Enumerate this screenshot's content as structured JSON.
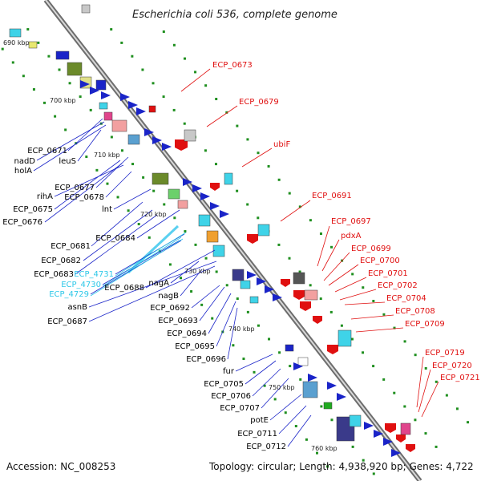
{
  "title": "Escherichia coli 536, complete genome",
  "footer": {
    "accession": "Accession: NC_008253",
    "topology": "Topology: circular; Length: 4,938,920 bp; Genes: 4,722"
  },
  "ticks": [
    "690 kbp",
    "700 kbp",
    "710 kbp",
    "720 kbp",
    "730 kbp",
    "740 kbp",
    "750 kbp",
    "760 kbp"
  ],
  "colors": {
    "forward_label": "#1a24c8",
    "reverse_label": "#e01010",
    "rna_label": "#2ec8e8",
    "backbone": "#7a7a7a",
    "dots": "#1f8f1f"
  },
  "labels_left": [
    "ECP_0671",
    "nadD",
    "holA",
    "leuS",
    "ECP_0677",
    "rihA",
    "ECP_0678",
    "ECP_0675",
    "ECP_0676",
    "lnt",
    "ECP_0684",
    "ECP_0681",
    "ECP_0682",
    "ECP_0683",
    "ECP_4731",
    "ECP_4730",
    "ECP_4729",
    "ECP_0688",
    "nagA",
    "asnB",
    "nagB",
    "ECP_0692",
    "ECP_0687",
    "ECP_0693",
    "ECP_0694",
    "ECP_0695",
    "ECP_0696",
    "fur",
    "ECP_0705",
    "ECP_0706",
    "ECP_0707",
    "potE",
    "ECP_0711",
    "ECP_0712"
  ],
  "labels_right": [
    "ECP_0673",
    "ECP_0679",
    "ubiF",
    "ECP_0691",
    "ECP_0697",
    "pdxA",
    "ECP_0699",
    "ECP_0700",
    "ECP_0701",
    "ECP_0702",
    "ECP_0704",
    "ECP_0708",
    "ECP_0709",
    "ECP_0719",
    "ECP_0720",
    "ECP_0721"
  ]
}
